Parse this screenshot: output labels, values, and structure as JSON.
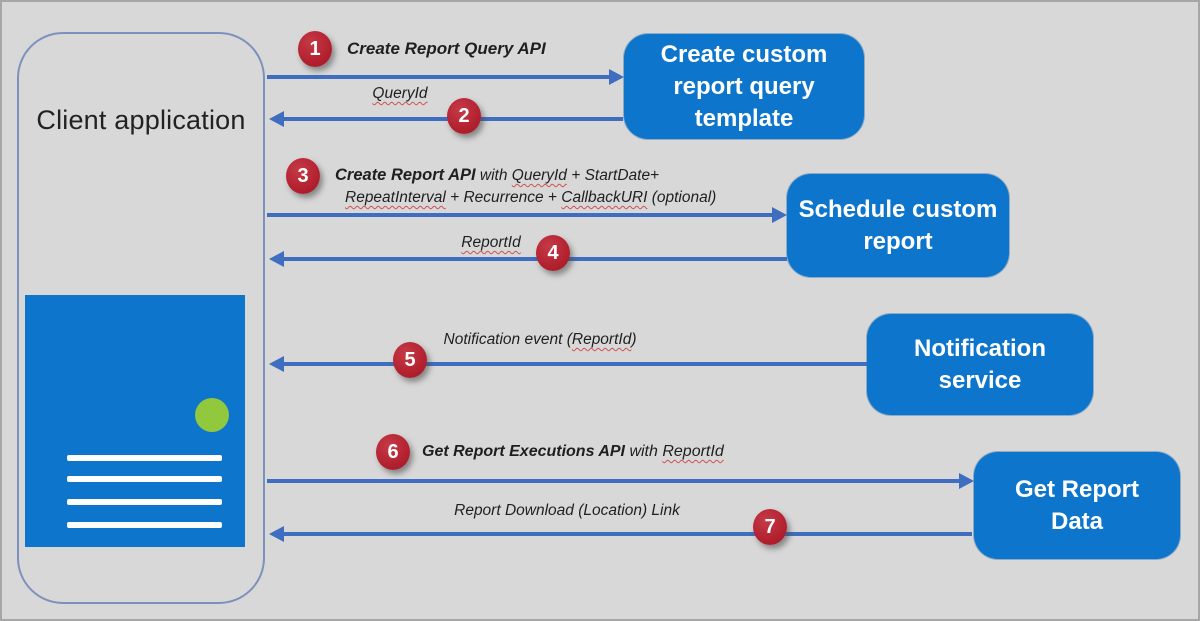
{
  "colors": {
    "background": "#d8d8d8",
    "service_box_blue": "#0d75cb",
    "arrow_blue": "#3f6dbf",
    "step_badge_red": "#b3212f",
    "document_dot_green": "#92c83e"
  },
  "client": {
    "label": "Client application"
  },
  "services": [
    {
      "lines": [
        "Create custom",
        "report query",
        "template"
      ]
    },
    {
      "lines": [
        "Schedule custom",
        "report"
      ]
    },
    {
      "lines": [
        "Notification",
        "service"
      ]
    },
    {
      "lines": [
        "Get Report",
        "Data"
      ]
    }
  ],
  "steps": {
    "s1": {
      "num": "1",
      "label": "Create Report Query API"
    },
    "s2": {
      "num": "2",
      "label": "QueryId"
    },
    "s3": {
      "num": "3",
      "bold": "Create Report API",
      "mid": " with ",
      "wavy1": "QueryId",
      "tail1": " + StartDate+",
      "wavy2": "RepeatInterval",
      "mid2": " + Recurrence + ",
      "wavy3": "CallbackURI",
      "tail2": " (optional)"
    },
    "s4": {
      "num": "4",
      "label": "ReportId"
    },
    "s5": {
      "num": "5",
      "pre": "Notification event (",
      "wavy": "ReportId",
      "post": ")"
    },
    "s6": {
      "num": "6",
      "bold": "Get Report Executions API",
      "mid": " with ",
      "wavy": "ReportId"
    },
    "s7": {
      "num": "7",
      "label": "Report Download (Location) Link"
    }
  }
}
